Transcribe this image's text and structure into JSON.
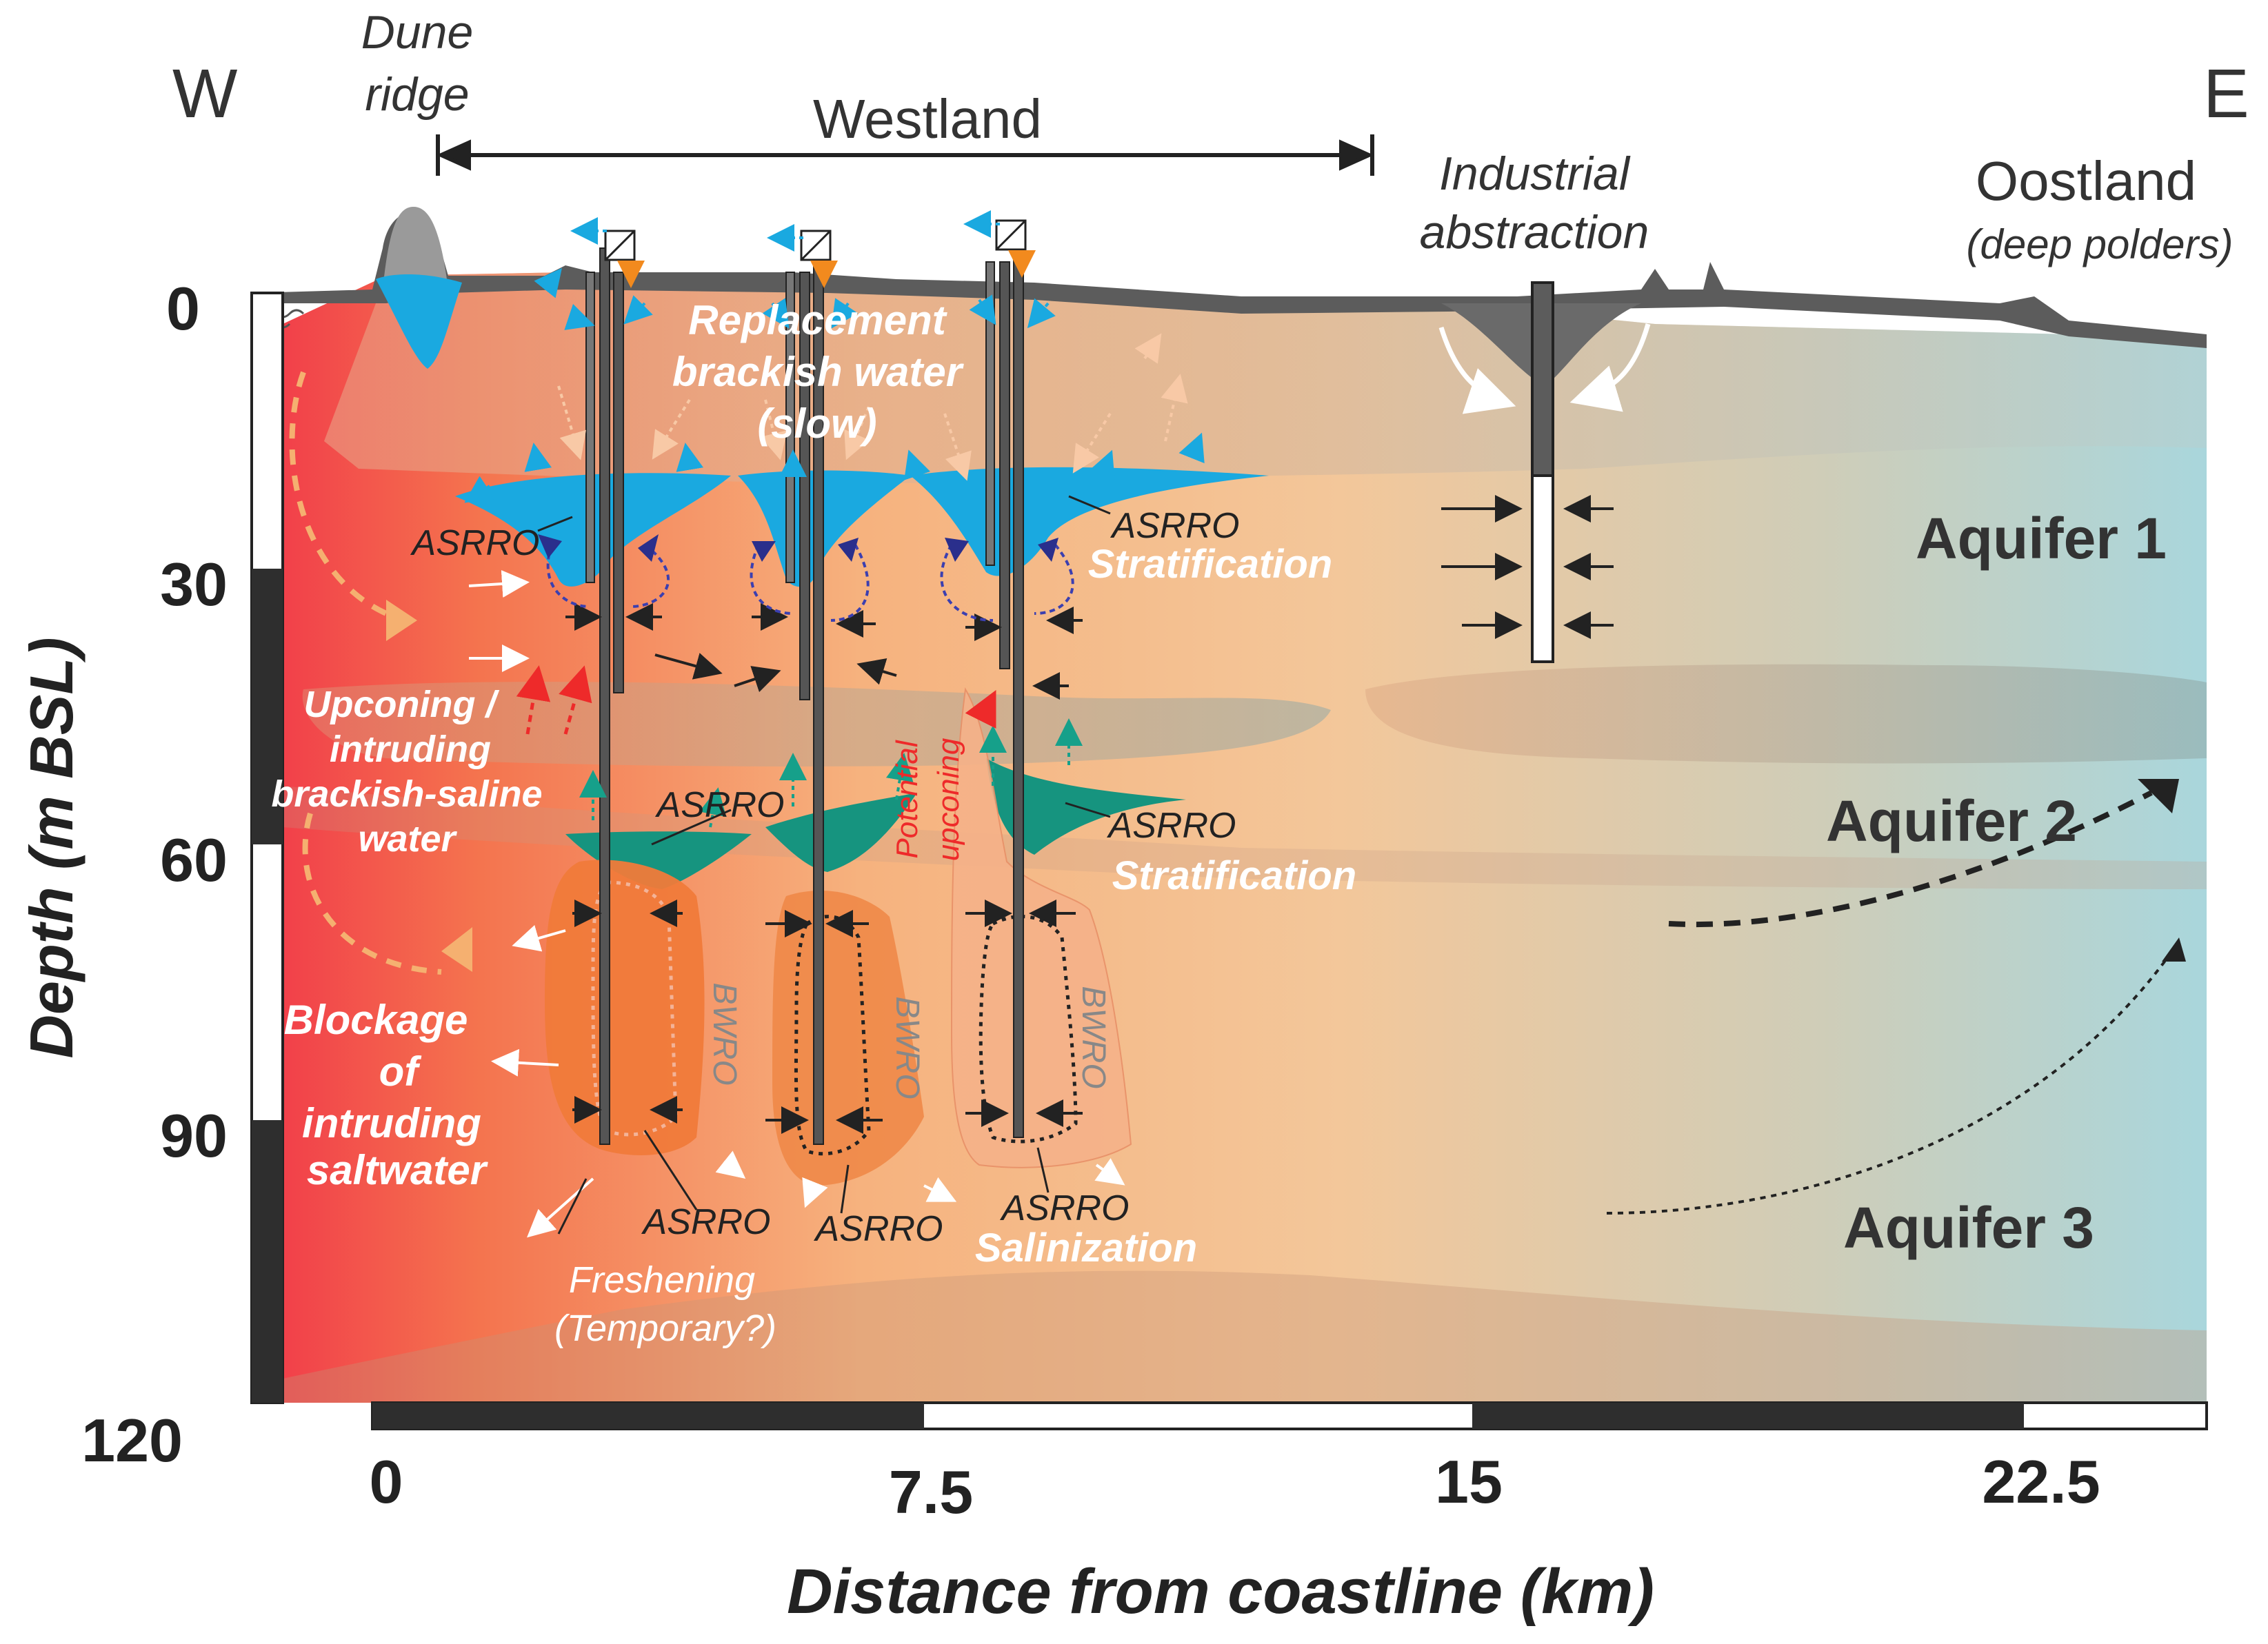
{
  "compass": {
    "west": "W",
    "east": "E"
  },
  "top_labels": {
    "dune_ridge": [
      "Dune",
      "ridge"
    ],
    "westland": "Westland",
    "industrial_abstraction": [
      "Industrial",
      "abstraction"
    ],
    "oostland": "Oostland",
    "oostland_sub": "(deep polders)"
  },
  "axes": {
    "y_title": "Depth (m BSL)",
    "y_ticks": [
      "0",
      "30",
      "60",
      "90",
      "120"
    ],
    "x_title": "Distance from coastline (km)",
    "x_ticks": [
      "0",
      "7.5",
      "15",
      "22.5"
    ]
  },
  "aquifers": [
    "Aquifer 1",
    "Aquifer 2",
    "Aquifer 3"
  ],
  "process_labels": {
    "replacement": [
      "Replacement",
      "brackish water",
      "(slow)"
    ],
    "upconing": [
      "Upconing /",
      "intruding",
      "brackish-saline",
      "water"
    ],
    "blockage": [
      "Blockage",
      "of",
      "intruding",
      "saltwater"
    ],
    "freshening": [
      "Freshening",
      "(Temporary?)"
    ],
    "potential_upconing": [
      "Potential",
      "upconing"
    ],
    "stratification_1": "Stratification",
    "stratification_2": "Stratification",
    "salinization": "Salinization"
  },
  "well_labels": {
    "asrro": "ASRRO",
    "bwro": "BWRO"
  },
  "colors": {
    "fresh_water": "#1aa9e0",
    "fresh_water_deep": "#16947f",
    "saline": "#f2404a",
    "brackish": "#f7c48e",
    "fresh_east": "#b5d7d8",
    "clay": "#7f7f7f",
    "bwro_plume": "#f07a3a"
  }
}
